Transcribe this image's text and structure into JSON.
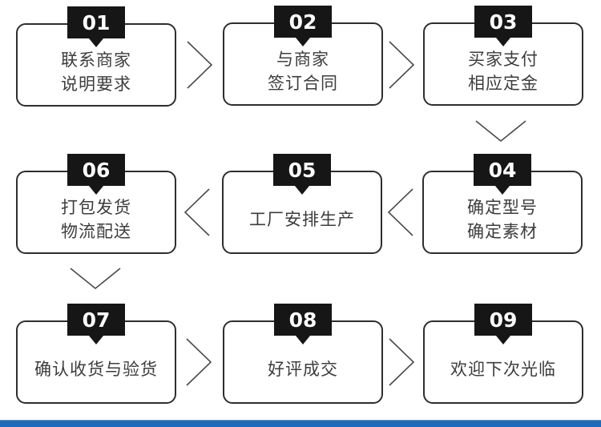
{
  "page": {
    "background_color": "#ffffff",
    "accent_bar_color": "#1c6bbd"
  },
  "flow": {
    "colors": {
      "badge_background": "#161616",
      "badge_number": "#ffffff",
      "box_border": "#2e2e2e",
      "box_text": "#3d3d3d",
      "arrow_stroke": "#4a4a4a"
    },
    "steps": [
      {
        "number": "01",
        "lines": [
          "联系商家",
          "说明要求"
        ]
      },
      {
        "number": "02",
        "lines": [
          "与商家",
          "签订合同"
        ]
      },
      {
        "number": "03",
        "lines": [
          "买家支付",
          "相应定金"
        ]
      },
      {
        "number": "04",
        "lines": [
          "确定型号",
          "确定素材"
        ]
      },
      {
        "number": "05",
        "lines": [
          "工厂安排生产"
        ]
      },
      {
        "number": "06",
        "lines": [
          "打包发货",
          "物流配送"
        ]
      },
      {
        "number": "07",
        "lines": [
          "确认收货与验货"
        ]
      },
      {
        "number": "08",
        "lines": [
          "好评成交"
        ]
      },
      {
        "number": "09",
        "lines": [
          "欢迎下次光临"
        ]
      }
    ]
  }
}
